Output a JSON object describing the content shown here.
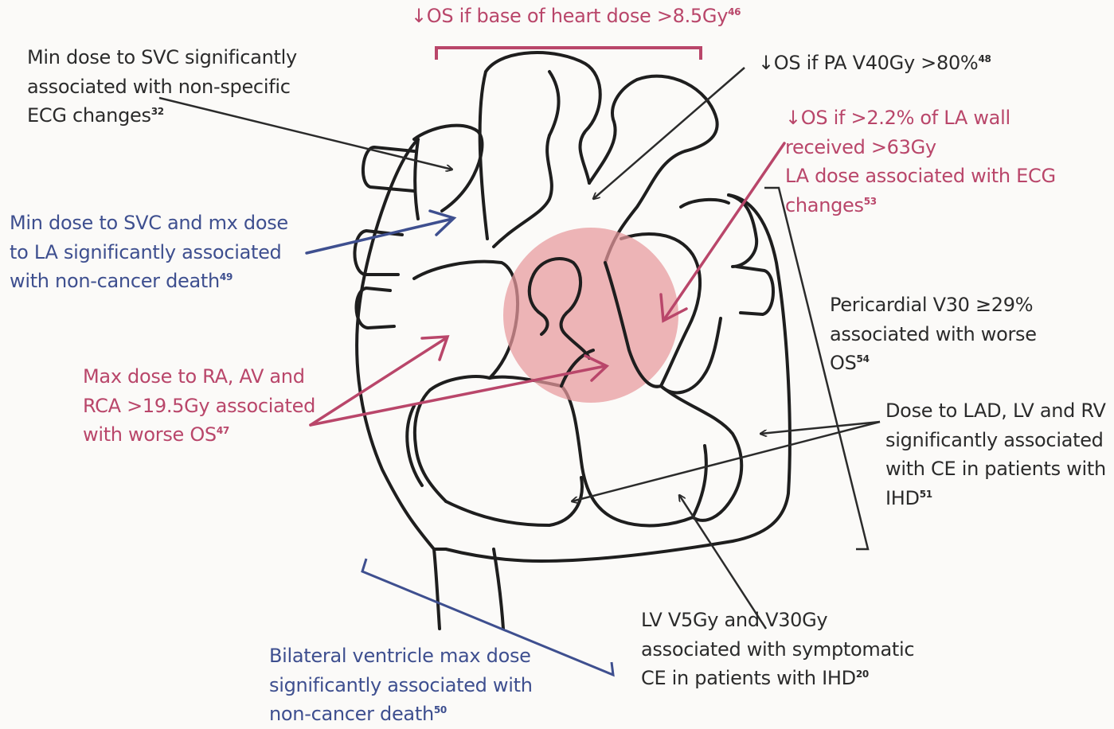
{
  "colors": {
    "dark": "#2b2b2b",
    "red": "#b9466a",
    "blue": "#3e4f8f",
    "highlight": "#e8999c"
  },
  "labels": {
    "base_heart": {
      "text": "↓OS if base of heart dose >8.5Gy",
      "ref": "46"
    },
    "svc_ecg": {
      "lines": [
        "Min dose to SVC significantly",
        "associated with non-specific",
        "ECG changes"
      ],
      "ref": "32"
    },
    "pa": {
      "text": "↓OS if PA V40Gy >80%",
      "ref": "48"
    },
    "la": {
      "lines": [
        "↓OS if >2.2% of LA wall",
        "received >63Gy",
        "LA dose associated with ECG",
        "changes"
      ],
      "ref": "53"
    },
    "svc_la": {
      "lines": [
        "Min dose to SVC and mx dose",
        "to LA significantly associated",
        "with non-cancer death"
      ],
      "ref": "49"
    },
    "pericardial": {
      "lines": [
        "Pericardial V30 ≥29%",
        "associated with worse",
        "OS"
      ],
      "ref": "54"
    },
    "ra_av_rca": {
      "lines": [
        "Max dose to RA, AV and",
        "RCA >19.5Gy associated",
        "with worse OS"
      ],
      "ref": "47"
    },
    "lad_lv_rv": {
      "lines": [
        "Dose to LAD, LV and RV",
        "significantly associated",
        "with CE in patients with",
        "IHD"
      ],
      "ref": "51"
    },
    "lv": {
      "lines": [
        "LV V5Gy and V30Gy",
        "associated with symptomatic",
        "CE in patients with IHD"
      ],
      "ref": "20"
    },
    "bilateral": {
      "lines": [
        "Bilateral ventricle max dose",
        "significantly associated with",
        "non-cancer death"
      ],
      "ref": "50"
    }
  }
}
